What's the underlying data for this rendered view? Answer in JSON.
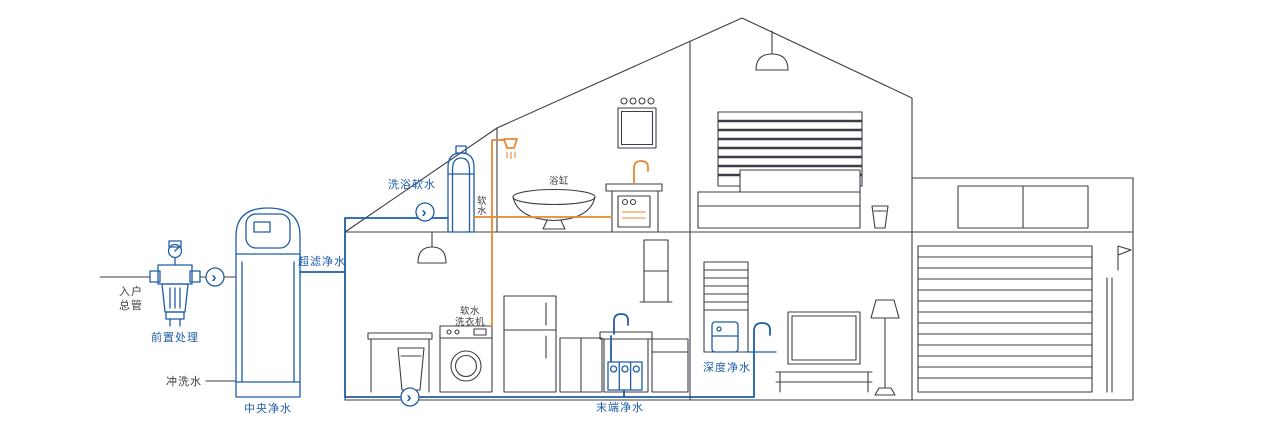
{
  "colors": {
    "outline": "#3d3d47",
    "pipe_blue": "#1e5da6",
    "pipe_orange": "#e8872f",
    "text_dark": "#3d3d47",
    "background": "#ffffff"
  },
  "labels": {
    "entry_main_l1": "入户",
    "entry_main_l2": "总管",
    "pre_treatment": "前置处理",
    "flush_water": "冲洗水",
    "central_purifier": "中央净水",
    "ultrafiltration": "超滤净水",
    "bath_soft_water": "洗浴软水",
    "soft_water_l1": "软",
    "soft_water_l2": "水",
    "bathtub": "浴缸",
    "soft_washer_l1": "软水",
    "soft_washer_l2": "洗衣机",
    "terminal_purifier": "末端净水",
    "deep_purifier": "深度净水",
    "flow_arrow": "›"
  }
}
